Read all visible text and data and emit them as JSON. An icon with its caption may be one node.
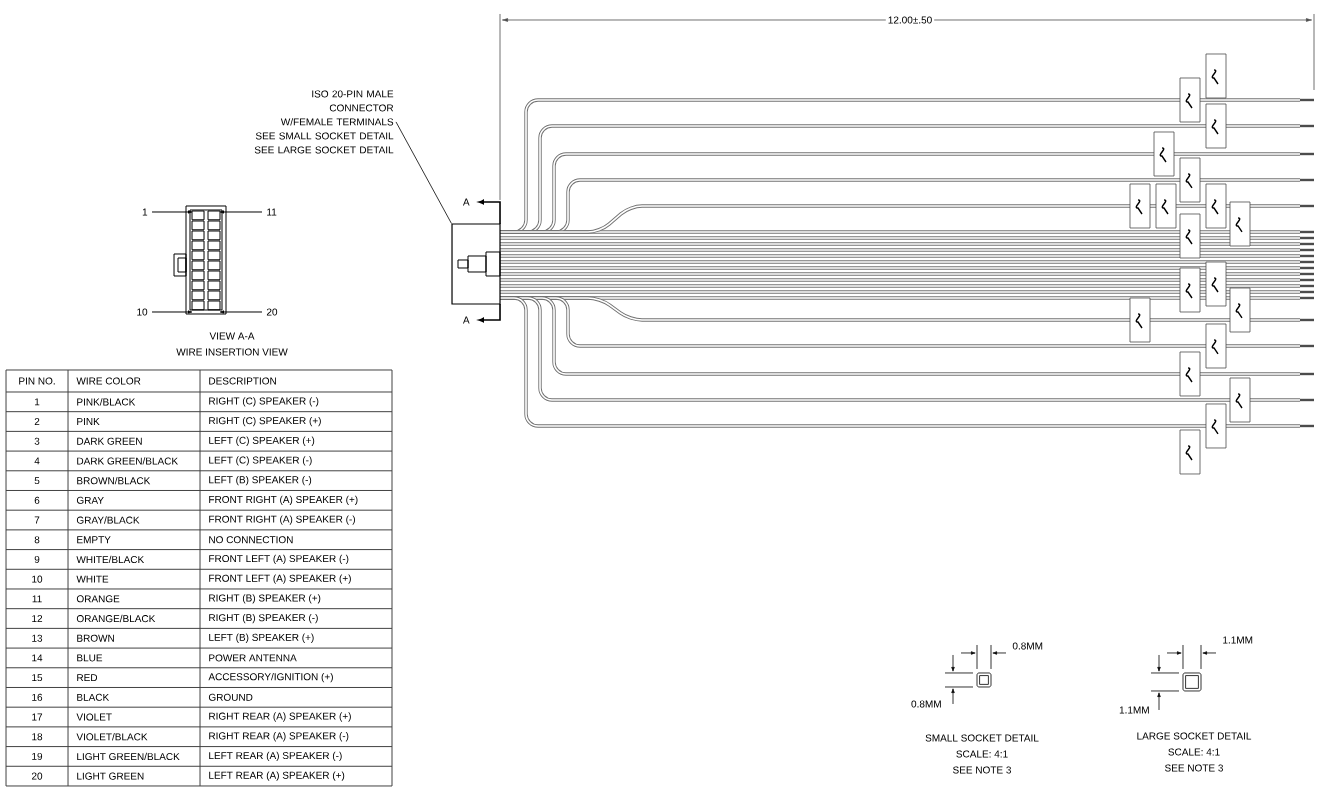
{
  "diagram": {
    "nodes": [
      {
        "text": [
          "ISO 20-PIN MALE CONNECTOR W/FEMALE TERMINALS",
          "SEE SMALL SOCKET DETAIL",
          "SEE LARGE SOCKET DETAIL"
        ]
      },
      {
        "text": [],
        "shape": "box"
      }
    ],
    "edges": [
      {
        "from": 0,
        "to": 1,
        "arrow": "none"
      }
    ],
    "labels": [
      "12.00±.50",
      "A",
      "1",
      "11",
      "10",
      "20",
      "A",
      "VIEW A-A",
      "WIRE INSERTION VIEW",
      "PIN NO.",
      "WIRE COLOR",
      "DESCRIPTION",
      "1",
      "PINK/BLACK",
      "RIGHT (C) SPEAKER (-)",
      "2",
      "PINK",
      "RIGHT (C) SPEAKER (+)",
      "3",
      "DARK GREEN",
      "LEFT (C) SPEAKER (+)",
      "4",
      "DARK GREEN/BLACK",
      "LEFT (C) SPEAKER (-)",
      "5",
      "BROWN/BLACK",
      "LEFT (B) SPEAKER (-)",
      "6",
      "GRAY",
      "FRONT RIGHT (A) SPEAKER (+)",
      "7",
      "GRAY/BLACK",
      "FRONT RIGHT (A) SPEAKER (-)",
      "8",
      "EMPTY",
      "NO CONNECTION",
      "9",
      "WHITE/BLACK",
      "FRONT LEFT (A) SPEAKER (-)",
      "10",
      "WHITE",
      "FRONT LEFT (A) SPEAKER (+)",
      "11",
      "ORANGE",
      "RIGHT (B) SPEAKER (+)",
      "12",
      "ORANGE/BLACK",
      "RIGHT (B) SPEAKER (-)",
      "13",
      "BROWN",
      "LEFT (B) SPEAKER (+)",
      "14",
      "BLUE",
      "POWER ANTENNA",
      "15",
      "RED",
      "ACCESSORY/IGNITION (+)",
      "16",
      "BLACK",
      "GROUND",
      "17",
      "VIOLET",
      "RIGHT REAR (A) SPEAKER (+)",
      "18",
      "VIOLET/BLACK",
      "RIGHT REAR (A) SPEAKER (-)",
      "19",
      "LIGHT GREEN/BLACK",
      "LEFT REAR (A) SPEAKER (-)",
      "20",
      "LIGHT GREEN",
      "LEFT REAR (A) SPEAKER (+)",
      "0.8MM",
      "0.8MM",
      "SMALL SOCKET DETAIL",
      "SCALE: 4:1",
      "SEE NOTE 3",
      "1.1MM",
      "1.1MM",
      "LARGE SOCKET DETAIL",
      "SCALE: 4:1",
      "SEE NOTE 3"
    ]
  }
}
